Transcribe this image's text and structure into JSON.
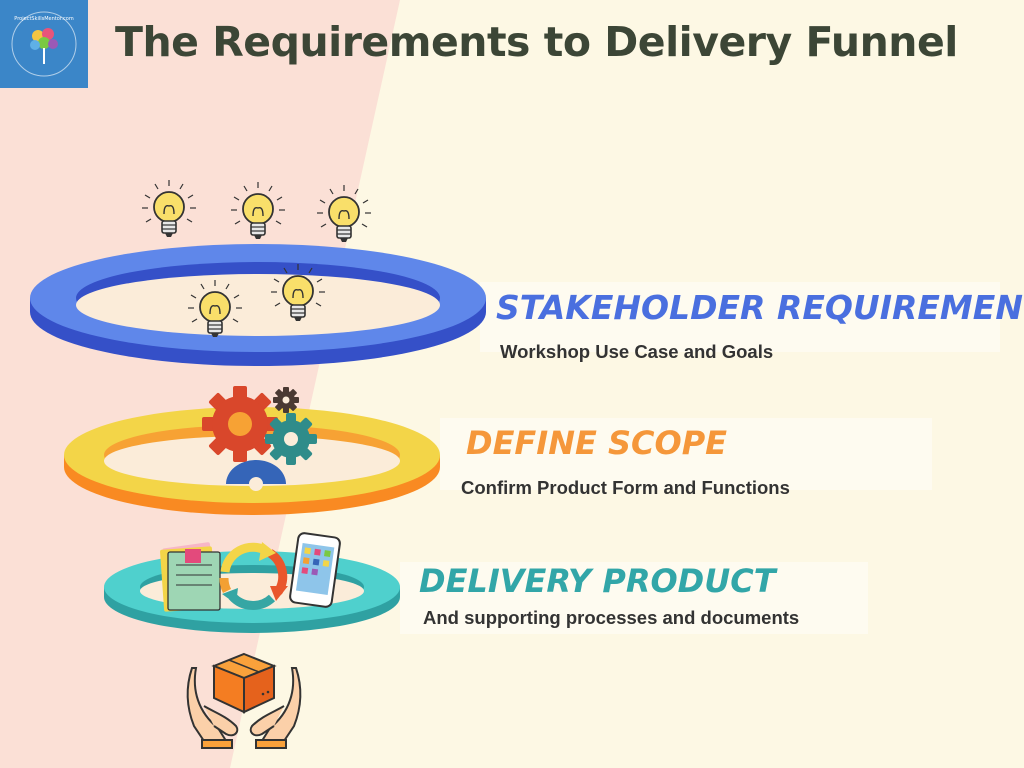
{
  "title": "The Requirements to Delivery Funnel",
  "logo_text": "ProjectSkillsMentor.com",
  "stages": [
    {
      "title": "STAKEHOLDER REQUIREMENTS",
      "subtitle": "Workshop Use Case and Goals",
      "color": "#4a6fdf"
    },
    {
      "title": "DEFINE SCOPE",
      "subtitle": "Confirm Product Form and Functions",
      "color": "#f5973a"
    },
    {
      "title": "DELIVERY PRODUCT",
      "subtitle": "And supporting processes and documents",
      "color": "#32a6a8"
    }
  ],
  "colors": {
    "ring_blue": "#4a6fdf",
    "ring_yellow": "#f2d54a",
    "ring_orange": "#f99a2f",
    "ring_teal": "#3ec7c4",
    "heading": "#3c4636",
    "background_left": "#fbe0d6",
    "background_right": "#fdf8e4"
  },
  "icons": [
    "logo-icon",
    "lightbulb-icon",
    "gear-icon",
    "documents-icon",
    "cycle-arrows-icon",
    "phone-icon",
    "hands-box-icon"
  ]
}
